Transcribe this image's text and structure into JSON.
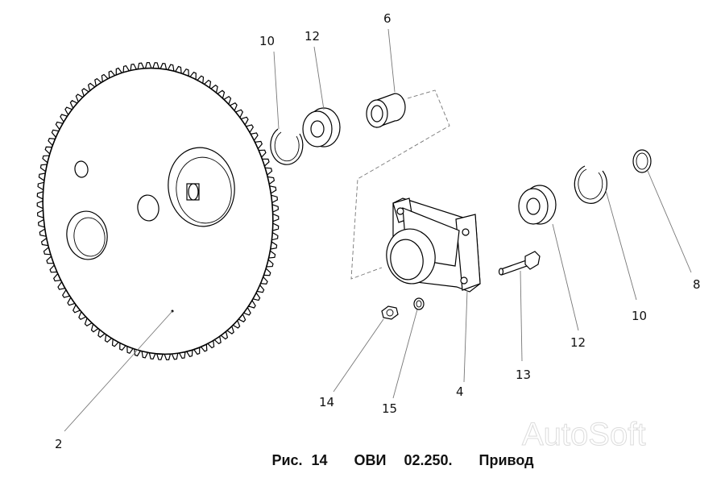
{
  "callouts": {
    "c2": "2",
    "c4": "4",
    "c6": "6",
    "c8": "8",
    "c10a": "10",
    "c10b": "10",
    "c12a": "12",
    "c12b": "12",
    "c13": "13",
    "c14": "14",
    "c15": "15"
  },
  "caption": "Рис. 14   ОВИ  02.250.   Привод",
  "watermark": "AutoSoft"
}
